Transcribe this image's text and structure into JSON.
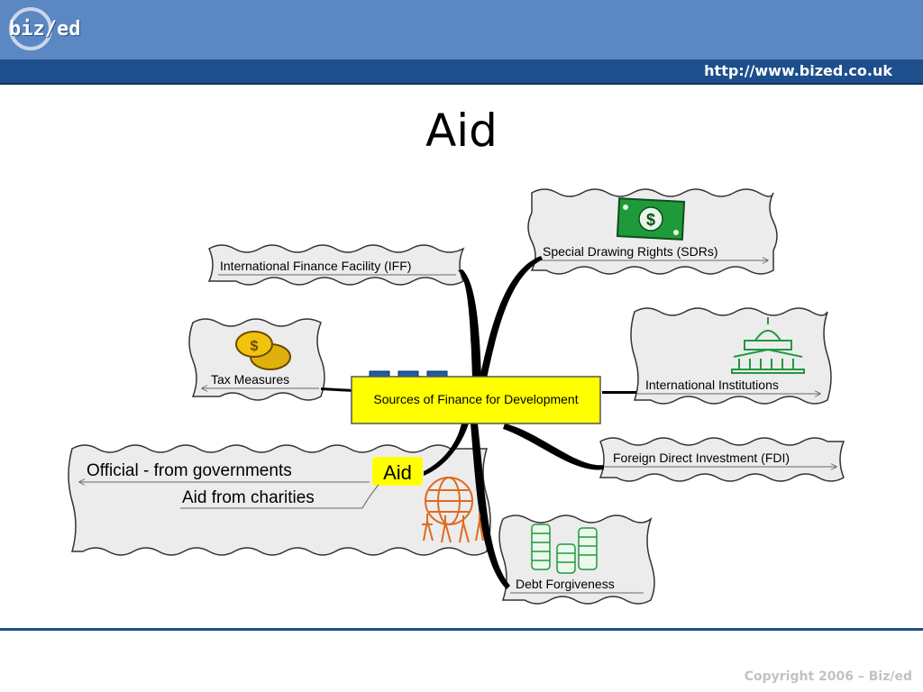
{
  "header": {
    "logo_text": "biz/ed",
    "url": "http://www.bized.co.uk"
  },
  "slide": {
    "title": "Aid"
  },
  "diagram": {
    "center": "Sources of Finance for Development",
    "branches": {
      "iff": "International Finance Facility (IFF)",
      "tax": "Tax Measures",
      "sdr": "Special Drawing Rights (SDRs)",
      "institutions": "International Institutions",
      "fdi": "Foreign Direct Investment (FDI)",
      "debt": "Debt Forgiveness",
      "aid": "Aid",
      "aid_official": "Official - from governments",
      "aid_charities": "Aid from charities"
    },
    "icons": {
      "sdr": "dollar-bill-icon",
      "tax": "gold-coins-icon",
      "institutions": "government-building-icon",
      "aid": "people-holding-globe-icon",
      "debt": "coin-stacks-icon"
    }
  },
  "footer": {
    "copyright": "Copyright 2006 – Biz/ed"
  }
}
